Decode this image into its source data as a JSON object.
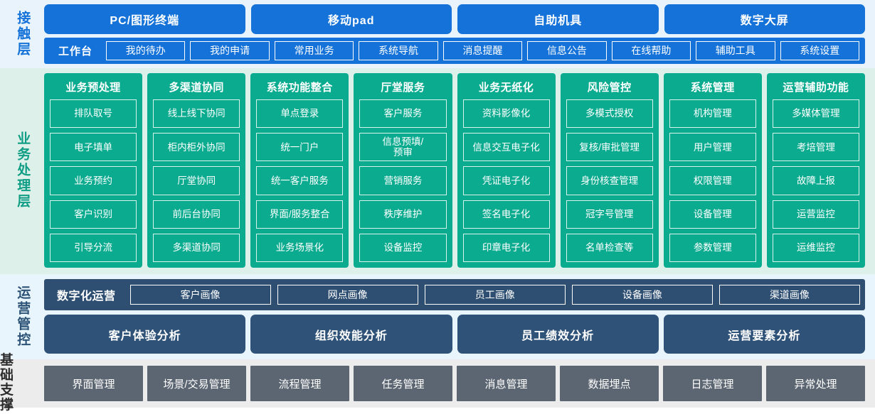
{
  "layers": {
    "contact": {
      "label": "接触层",
      "terminals": [
        "PC/图形终端",
        "移动pad",
        "自助机具",
        "数字大屏"
      ],
      "workbench_title": "工作台",
      "workbench_items": [
        "我的待办",
        "我的申请",
        "常用业务",
        "系统导航",
        "消息提醒",
        "信息公告",
        "在线帮助",
        "辅助工具",
        "系统设置"
      ]
    },
    "business": {
      "label": "业务处理层",
      "columns": [
        {
          "title": "业务预处理",
          "items": [
            "排队取号",
            "电子填单",
            "业务预约",
            "客户识别",
            "引导分流"
          ]
        },
        {
          "title": "多渠道协同",
          "items": [
            "线上线下协同",
            "柜内柜外协同",
            "厅堂协同",
            "前后台协同",
            "多渠道协同"
          ]
        },
        {
          "title": "系统功能整合",
          "items": [
            "单点登录",
            "统一门户",
            "统一客户服务",
            "界面/服务整合",
            "业务场景化"
          ]
        },
        {
          "title": "厅堂服务",
          "items": [
            "客户服务",
            "信息预填/\n预审",
            "营销服务",
            "秩序维护",
            "设备监控"
          ]
        },
        {
          "title": "业务无纸化",
          "items": [
            "资料影像化",
            "信息交互电子化",
            "凭证电子化",
            "签名电子化",
            "印章电子化"
          ]
        },
        {
          "title": "风险管控",
          "items": [
            "多模式授权",
            "复核/审批管理",
            "身份核查管理",
            "冠字号管理",
            "名单检查等"
          ]
        },
        {
          "title": "系统管理",
          "items": [
            "机构管理",
            "用户管理",
            "权限管理",
            "设备管理",
            "参数管理"
          ]
        },
        {
          "title": "运营辅助功能",
          "items": [
            "多媒体管理",
            "考培管理",
            "故障上报",
            "运营监控",
            "运维监控"
          ]
        }
      ]
    },
    "operations": {
      "label": "运营管控",
      "digital_title": "数字化运营",
      "portraits": [
        "客户画像",
        "网点画像",
        "员工画像",
        "设备画像",
        "渠道画像"
      ],
      "analyses": [
        "客户体验分析",
        "组织效能分析",
        "员工绩效分析",
        "运营要素分析"
      ]
    },
    "base": {
      "label": "基础支撑",
      "items": [
        "界面管理",
        "场景/交易管理",
        "流程管理",
        "任务管理",
        "消息管理",
        "数据埋点",
        "日志管理",
        "异常处理"
      ]
    }
  },
  "colors": {
    "contact_bg": "#e8f3fc",
    "contact_accent": "#1472d8",
    "business_bg": "#ddf0e9",
    "business_accent": "#0bab90",
    "operations_bg": "#e8f5fd",
    "operations_accent": "#2e4f72",
    "base_bg": "#ececec",
    "base_accent": "#5c6672"
  }
}
